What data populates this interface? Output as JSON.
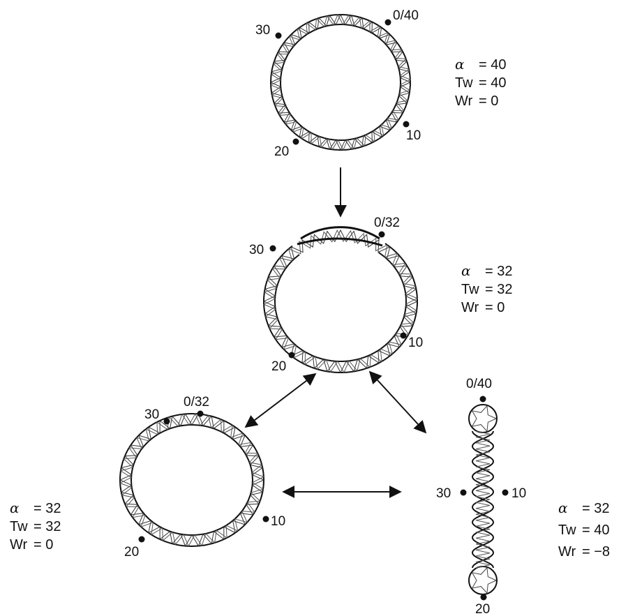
{
  "diagram": {
    "circle_top": {
      "labels": {
        "start": "0/40",
        "ten": "10",
        "twenty": "20",
        "thirty": "30"
      },
      "params": [
        {
          "symbol": "α",
          "value": "= 40"
        },
        {
          "symbol": "Tw",
          "value": "= 40"
        },
        {
          "symbol": "Wr",
          "value": "= 0"
        }
      ]
    },
    "circle_middle": {
      "labels": {
        "start": "0/32",
        "ten": "10",
        "twenty": "20",
        "thirty": "30"
      },
      "params": [
        {
          "symbol": "α",
          "value": "= 32"
        },
        {
          "symbol": "Tw",
          "value": "= 32"
        },
        {
          "symbol": "Wr",
          "value": "= 0"
        }
      ]
    },
    "circle_left": {
      "labels": {
        "start": "0/32",
        "ten": "10",
        "twenty": "20",
        "thirty": "30"
      },
      "params": [
        {
          "symbol": "α",
          "value": "= 32"
        },
        {
          "symbol": "Tw",
          "value": "= 32"
        },
        {
          "symbol": "Wr",
          "value": "= 0"
        }
      ]
    },
    "supercoil_right": {
      "labels": {
        "start": "0/40",
        "ten": "10",
        "twenty": "20",
        "thirty": "30"
      },
      "params": [
        {
          "symbol": "α",
          "value": "= 32"
        },
        {
          "symbol": "Tw",
          "value": "= 40"
        },
        {
          "symbol": "Wr",
          "value": "= −8"
        }
      ]
    }
  }
}
